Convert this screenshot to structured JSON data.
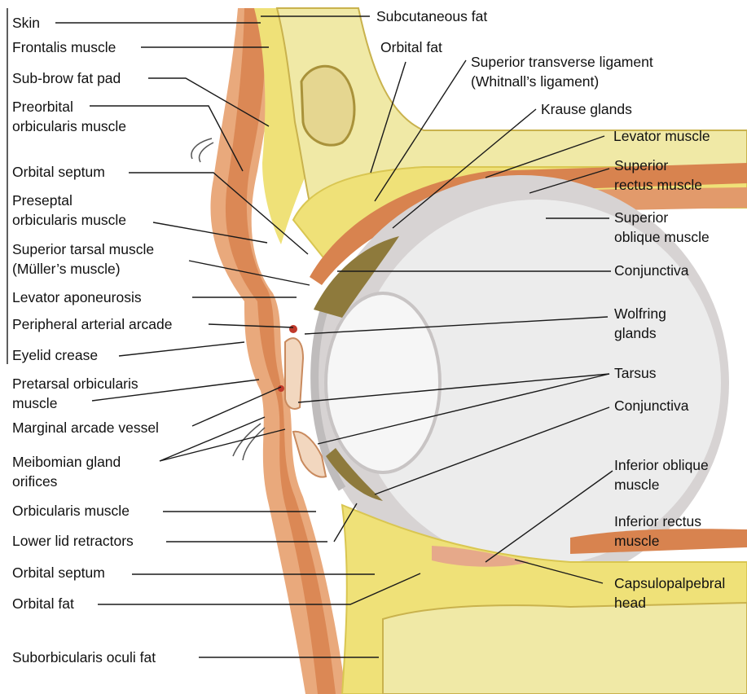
{
  "colors": {
    "skin": "#e9a97c",
    "muscle": "#d8834f",
    "fat": "#efe178",
    "fat_dark": "#d9c651",
    "bone": "#f0e9a6",
    "globe": "#e8e6e6",
    "leader": "#1a1a1a"
  },
  "labels_left": {
    "skin": "Skin",
    "frontalis": "Frontalis muscle",
    "sub_brow_fat": "Sub-brow fat pad",
    "preorbital_1": "Preorbital",
    "preorbital_2": "orbicularis muscle",
    "orbital_septum_upper": "Orbital septum",
    "preseptal_1": "Preseptal",
    "preseptal_2": "orbicularis muscle",
    "superior_tarsal_1": "Superior tarsal muscle",
    "superior_tarsal_2": "(Müller’s muscle)",
    "levator_aponeurosis": "Levator aponeurosis",
    "peripheral_arcade": "Peripheral arterial arcade",
    "eyelid_crease": "Eyelid crease",
    "pretarsal_1": "Pretarsal orbicularis",
    "pretarsal_2": "muscle",
    "marginal_arcade": "Marginal arcade vessel",
    "meibomian_1": "Meibomian gland",
    "meibomian_2": "orifices",
    "orbicularis_muscle": "Orbicularis muscle",
    "lower_lid_retractors": "Lower lid retractors",
    "orbital_septum_lower": "Orbital septum",
    "orbital_fat_lower": "Orbital fat",
    "suborbicularis": "Suborbicularis oculi fat"
  },
  "labels_right": {
    "subcutaneous_fat": "Subcutaneous fat",
    "orbital_fat_upper": "Orbital fat",
    "whitnall_1": "Superior transverse ligament",
    "whitnall_2": "(Whitnall’s ligament)",
    "krause": "Krause glands",
    "levator_muscle": "Levator muscle",
    "superior_rectus_1": "Superior",
    "superior_rectus_2": "rectus muscle",
    "superior_oblique_1": "Superior",
    "superior_oblique_2": "oblique muscle",
    "conjunctiva_upper": "Conjunctiva",
    "wolfring_1": "Wolfring",
    "wolfring_2": "glands",
    "tarsus": "Tarsus",
    "conjunctiva_lower": "Conjunctiva",
    "inferior_oblique_1": "Inferior oblique",
    "inferior_oblique_2": "muscle",
    "inferior_rectus_1": "Inferior rectus",
    "inferior_rectus_2": "muscle",
    "capsulopalpebral_1": "Capsulopalpebral",
    "capsulopalpebral_2": "head"
  }
}
